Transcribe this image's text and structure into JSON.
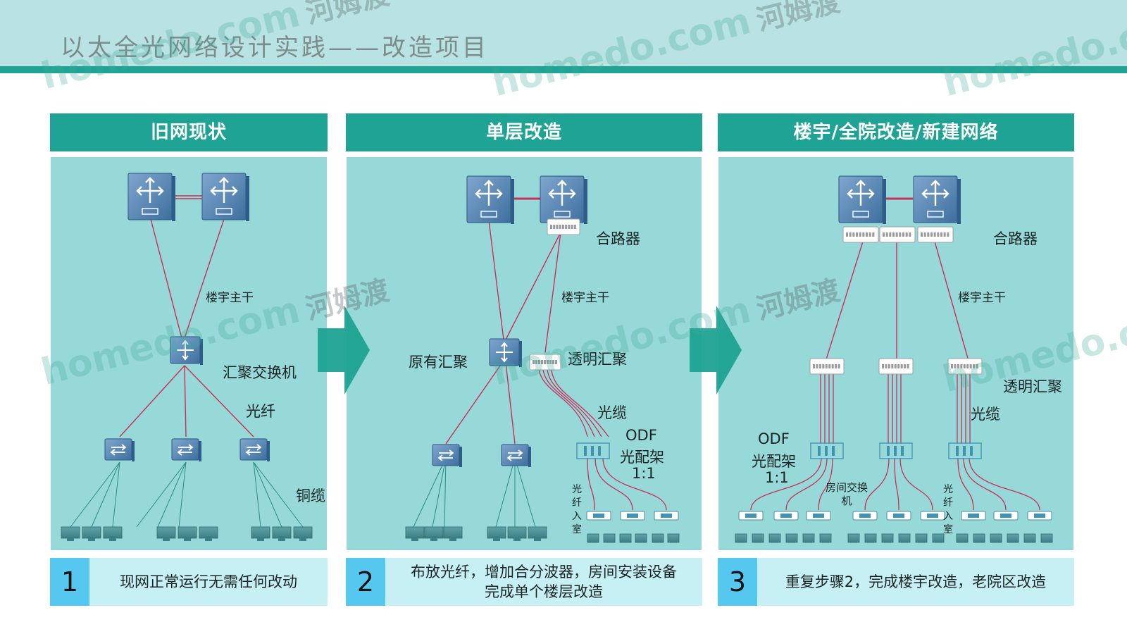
{
  "title": "以太全光网络设计实践——改造项目",
  "colors": {
    "header": "#b9e2e2",
    "accent": "#1ea394",
    "panel_bg": "#97d8d8",
    "step_num_bg": "#56c7ef",
    "step_text_bg": "#c7f0f4",
    "link": "#c8305a"
  },
  "panels": [
    {
      "title": "旧网现状",
      "step": {
        "number": "1",
        "text": "现网正常运行无需任何改动"
      },
      "labels": {
        "trunk": "楼宇主干",
        "agg": "汇聚交换机",
        "fiber": "光纤",
        "copper": "铜缆"
      }
    },
    {
      "title": "单层改造",
      "step": {
        "number": "2",
        "text": "布放光纤，增加合分波器，房间安装设备\n完成单个楼层改造"
      },
      "labels": {
        "combiner": "合路器",
        "trunk": "楼宇主干",
        "orig_agg": "原有汇聚",
        "trans_agg": "透明汇聚",
        "cable": "光缆",
        "odf": "ODF",
        "odf_rack": "光配架",
        "ratio": "1:1",
        "fiber_to_room": "光纤入室"
      }
    },
    {
      "title": "楼宇/全院改造/新建网络",
      "step": {
        "number": "3",
        "text": "重复步骤2，完成楼宇改造，老院区改造"
      },
      "labels": {
        "combiner": "合路器",
        "trunk": "楼宇主干",
        "trans_agg": "透明汇聚",
        "cable": "光缆",
        "odf": "ODF",
        "odf_rack": "光配架",
        "ratio": "1:1",
        "room_switch": "房间交换机",
        "fiber_to_room": "光纤入室"
      }
    }
  ],
  "watermark": {
    "latin": "homedo.com",
    "chinese": "河姆渡"
  }
}
